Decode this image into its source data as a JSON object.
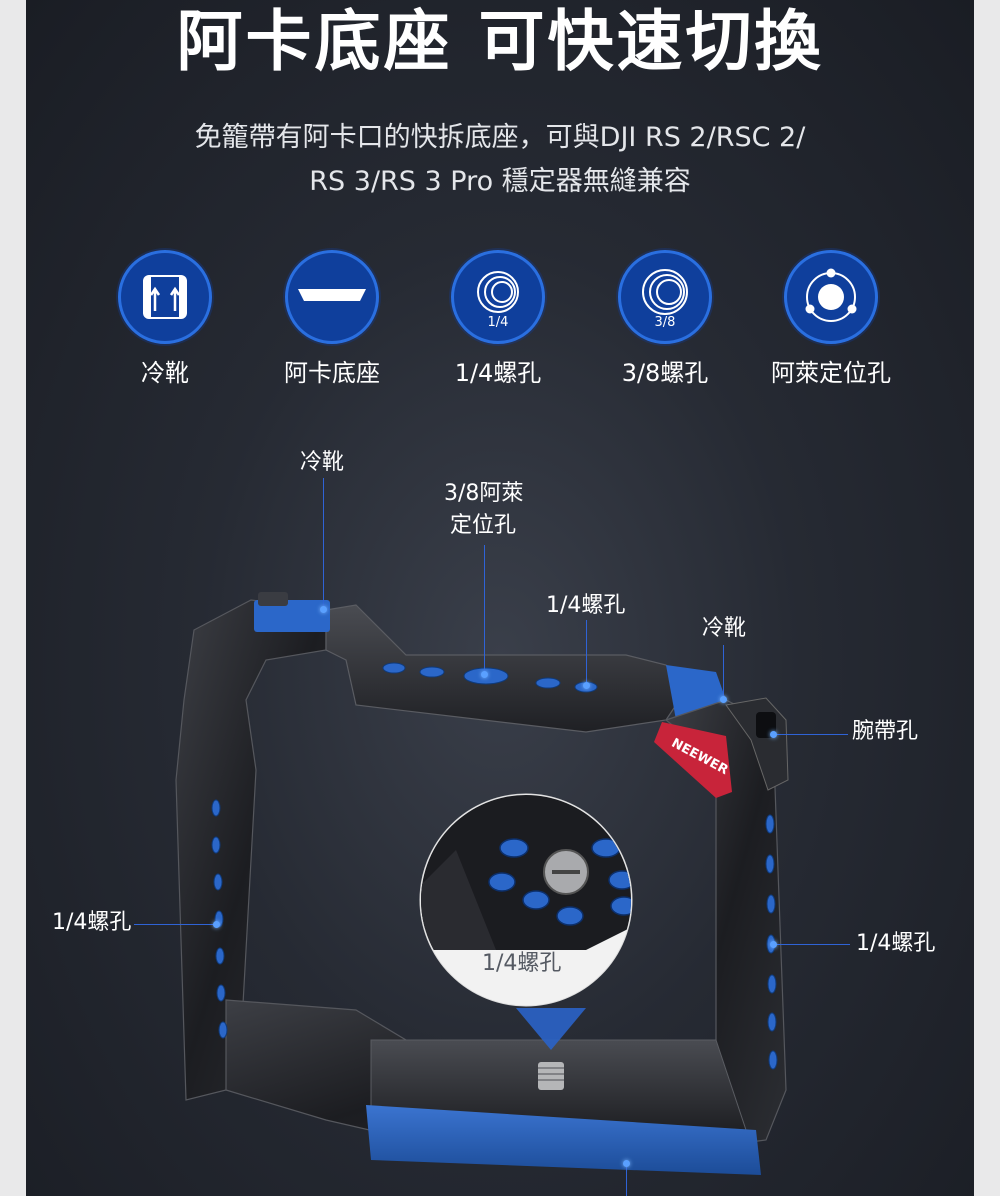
{
  "headline": "阿卡底座  可快速切換",
  "subtitle_line1": "免籠帶有阿卡口的快拆底座，可與DJI RS 2/RSC 2/",
  "subtitle_line2": "RS 3/RS 3 Pro 穩定器無縫兼容",
  "features": [
    {
      "icon": "cold-shoe-icon",
      "label": "冷靴"
    },
    {
      "icon": "arca-base-icon",
      "label": "阿卡底座"
    },
    {
      "icon": "quarter-inch-hole-icon",
      "label": "1/4螺孔",
      "badge": "1/4"
    },
    {
      "icon": "three-eighths-hole-icon",
      "label": "3/8螺孔",
      "badge": "3/8"
    },
    {
      "icon": "arri-locating-hole-icon",
      "label": "阿萊定位孔"
    }
  ],
  "callouts": {
    "cold_shoe_left": "冷靴",
    "arri_hole_line1": "3/8阿萊",
    "arri_hole_line2": "定位孔",
    "quarter_top": "1/4螺孔",
    "cold_shoe_right": "冷靴",
    "wrist_strap": "腕帶孔",
    "quarter_left": "1/4螺孔",
    "quarter_right": "1/4螺孔",
    "quarter_zoom": "1/4螺孔"
  },
  "brand": "NEEWER",
  "colors": {
    "accent_blue": "#0f3f9c",
    "anodized_blue": "#2b67c9",
    "brand_red": "#c8243a"
  }
}
